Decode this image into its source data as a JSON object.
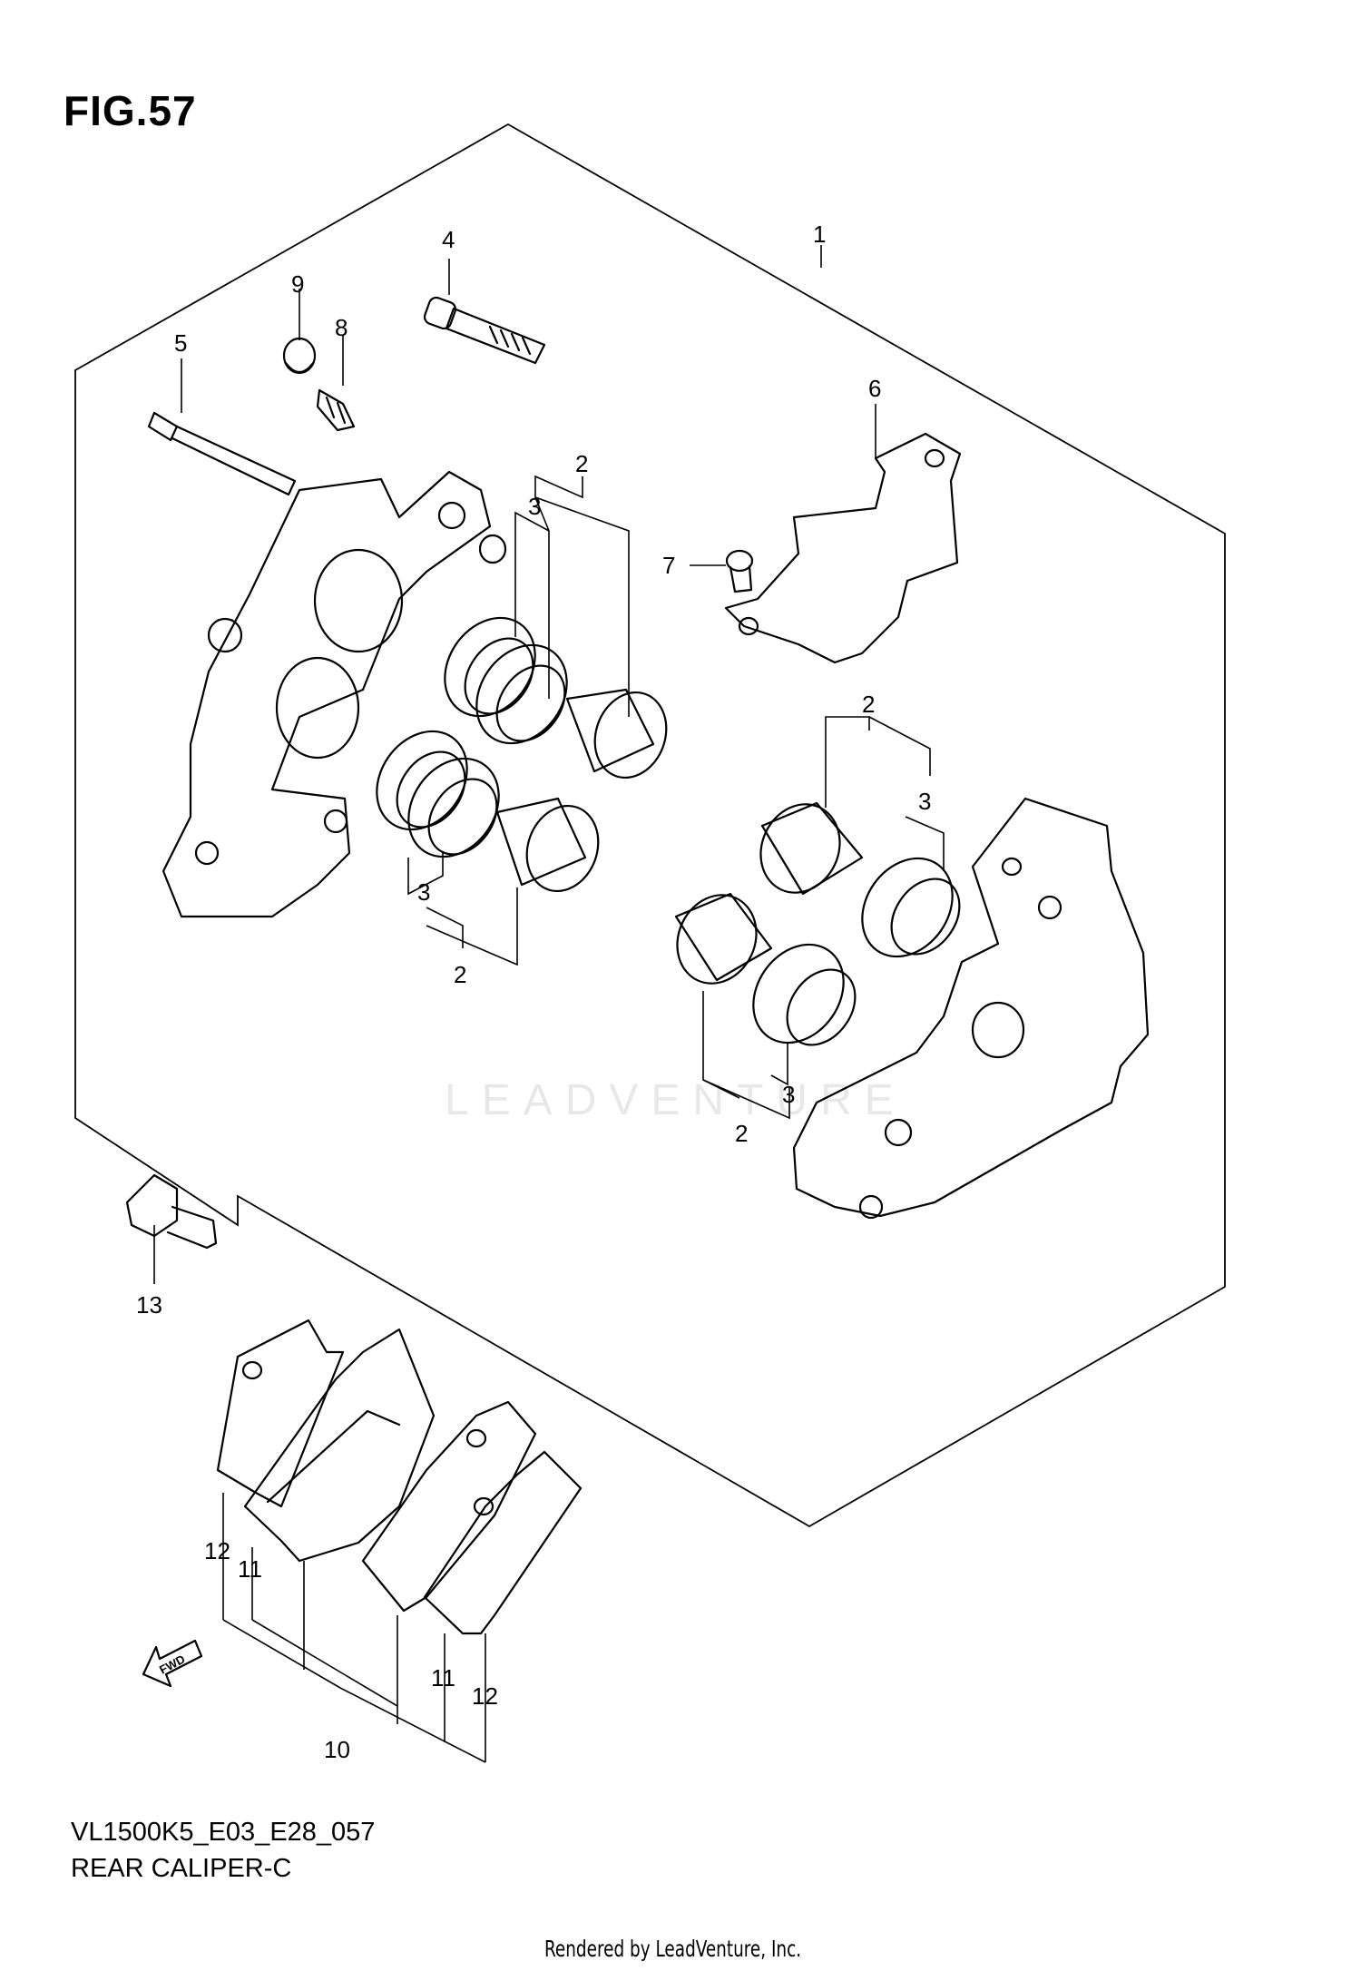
{
  "figure": {
    "title": "FIG.57",
    "model_code": "VL1500K5_E03_E28_057",
    "section_name": "REAR CALIPER-C",
    "footer": "Rendered by LeadVenture, Inc.",
    "watermark": "LEADVENTURE"
  },
  "callouts": {
    "c1": "1",
    "c2a": "2",
    "c2b": "2",
    "c2c": "2",
    "c2d": "2",
    "c3a": "3",
    "c3b": "3",
    "c3c": "3",
    "c3d": "3",
    "c4": "4",
    "c5": "5",
    "c6": "6",
    "c7": "7",
    "c8": "8",
    "c9": "9",
    "c10": "10",
    "c11a": "11",
    "c11b": "11",
    "c12a": "12",
    "c12b": "12",
    "c13": "13",
    "fwd": "FWD"
  }
}
